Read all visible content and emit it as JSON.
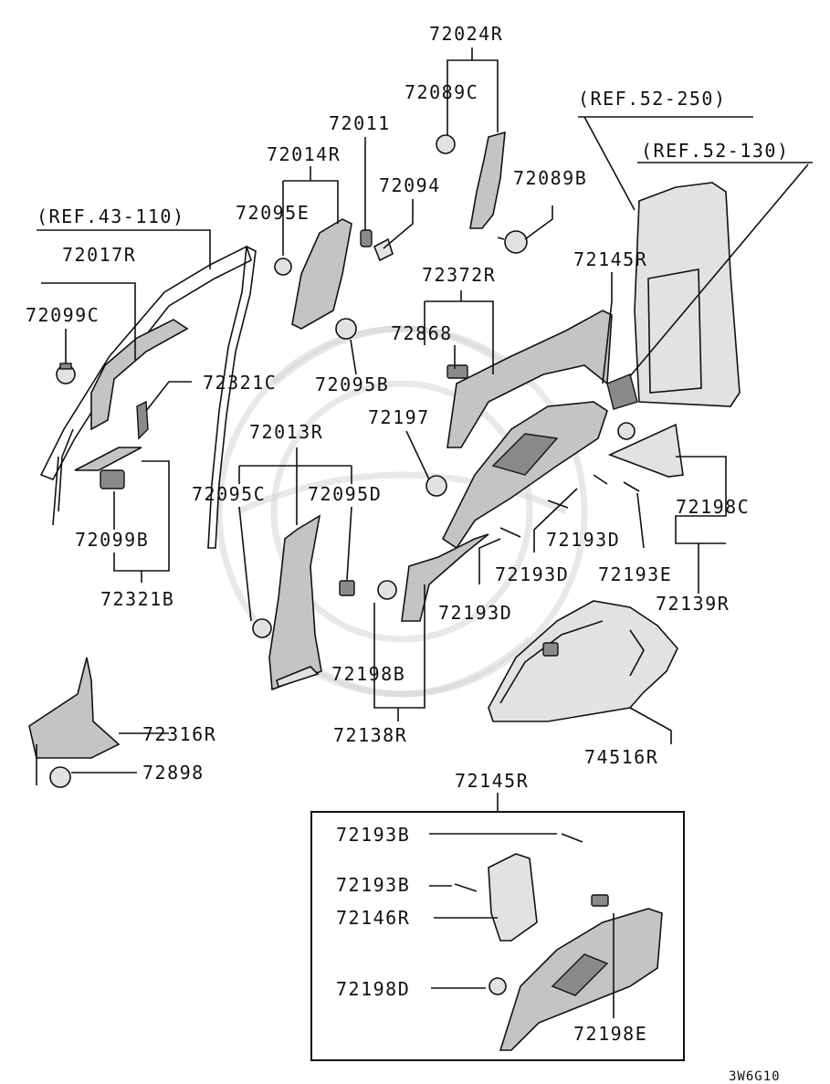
{
  "labels": {
    "p72024R": "72024R",
    "p72089C": "72089C",
    "p72011": "72011",
    "p72014R": "72014R",
    "p72094": "72094",
    "p72089B": "72089B",
    "p72095E": "72095E",
    "ref43": "(REF.43-110)",
    "ref52_250": "(REF.52-250)",
    "ref52_130": "(REF.52-130)",
    "p72017R": "72017R",
    "p72099C": "72099C",
    "p72372R": "72372R",
    "p72145R_top": "72145R",
    "p72868": "72868",
    "p72095B": "72095B",
    "p72321C": "72321C",
    "p72197": "72197",
    "p72013R": "72013R",
    "p72095C": "72095C",
    "p72095D": "72095D",
    "p72099B": "72099B",
    "p72321B": "72321B",
    "p72198C": "72198C",
    "p72193D_a": "72193D",
    "p72193D_b": "72193D",
    "p72193E": "72193E",
    "p72193D_c": "72193D",
    "p72139R": "72139R",
    "p72198B": "72198B",
    "p72138R": "72138R",
    "p74516R": "74516R",
    "p72316R": "72316R",
    "p72898": "72898",
    "p72145R_box": "72145R",
    "p72193B_a": "72193B",
    "p72193B_b": "72193B",
    "p72146R": "72146R",
    "p72198D": "72198D",
    "p72198E": "72198E",
    "diagram_code": "3W6G10"
  }
}
